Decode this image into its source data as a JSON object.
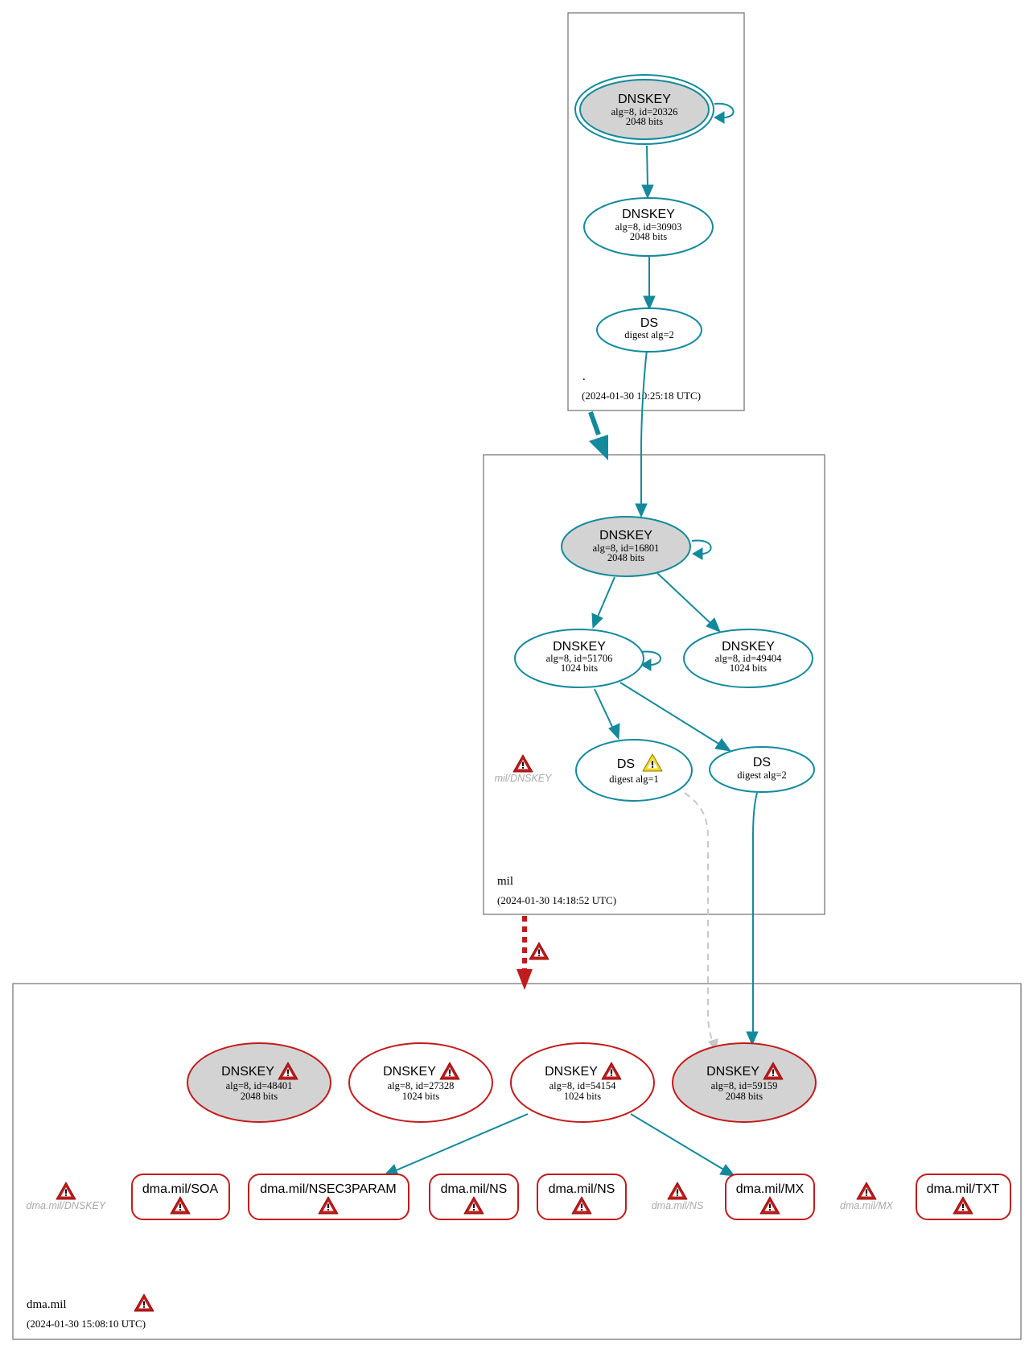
{
  "colors": {
    "secure": "#138a9c",
    "error": "#c21b1b",
    "warning_fill": "#f5d91f",
    "ksk_fill": "#d3d3d3",
    "ghost_text": "#a9a9a9",
    "insecure_edge": "#c8c8c8"
  },
  "zones": {
    "root": {
      "name": ".",
      "timestamp": "(2024-01-30 10:25:18 UTC)"
    },
    "mil": {
      "name": "mil",
      "timestamp": "(2024-01-30 14:18:52 UTC)"
    },
    "dma": {
      "name": "dma.mil",
      "timestamp": "(2024-01-30 15:08:10 UTC)"
    }
  },
  "nodes": {
    "root_ksk": {
      "title": "DNSKEY",
      "line1": "alg=8, id=20326",
      "line2": "2048 bits"
    },
    "root_zsk": {
      "title": "DNSKEY",
      "line1": "alg=8, id=30903",
      "line2": "2048 bits"
    },
    "root_ds": {
      "title": "DS",
      "line1": "digest alg=2"
    },
    "mil_ksk": {
      "title": "DNSKEY",
      "line1": "alg=8, id=16801",
      "line2": "2048 bits"
    },
    "mil_zsk1": {
      "title": "DNSKEY",
      "line1": "alg=8, id=51706",
      "line2": "1024 bits"
    },
    "mil_zsk2": {
      "title": "DNSKEY",
      "line1": "alg=8, id=49404",
      "line2": "1024 bits"
    },
    "mil_ds1": {
      "title": "DS",
      "line1": "digest alg=1"
    },
    "mil_ds2": {
      "title": "DS",
      "line1": "digest alg=2"
    },
    "mil_ghost": {
      "label": "mil/DNSKEY"
    },
    "dma_k1": {
      "title": "DNSKEY",
      "line1": "alg=8, id=48401",
      "line2": "2048 bits"
    },
    "dma_k2": {
      "title": "DNSKEY",
      "line1": "alg=8, id=27328",
      "line2": "1024 bits"
    },
    "dma_k3": {
      "title": "DNSKEY",
      "line1": "alg=8, id=54154",
      "line2": "1024 bits"
    },
    "dma_k4": {
      "title": "DNSKEY",
      "line1": "alg=8, id=59159",
      "line2": "2048 bits"
    },
    "dma_ghost_dnskey": {
      "label": "dma.mil/DNSKEY"
    },
    "dma_ghost_ns": {
      "label": "dma.mil/NS"
    },
    "dma_ghost_mx": {
      "label": "dma.mil/MX"
    },
    "rr_soa": {
      "title": "dma.mil/SOA"
    },
    "rr_nsec3param": {
      "title": "dma.mil/NSEC3PARAM"
    },
    "rr_ns1": {
      "title": "dma.mil/NS"
    },
    "rr_ns2": {
      "title": "dma.mil/NS"
    },
    "rr_mx": {
      "title": "dma.mil/MX"
    },
    "rr_txt": {
      "title": "dma.mil/TXT"
    }
  }
}
